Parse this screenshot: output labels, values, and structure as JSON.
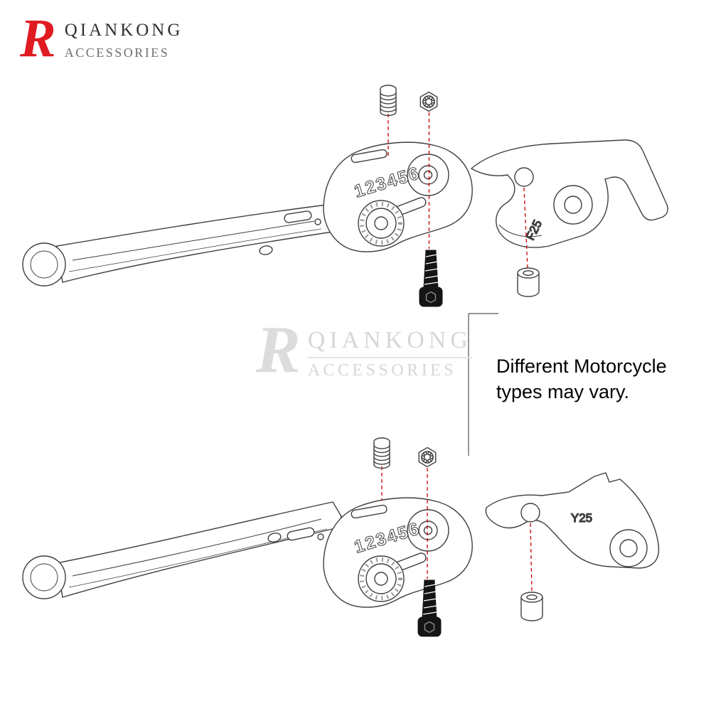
{
  "brand": {
    "logo_letter": "R",
    "name": "QIANKONG",
    "subtitle": "ACCESSORIES"
  },
  "watermark": {
    "logo_letter": "R",
    "name": "QIANKONG",
    "subtitle": "ACCESSORIES"
  },
  "note": {
    "line1": "Different Motorcycle",
    "line2": "types may vary."
  },
  "top_assembly": {
    "lever_engraving": "123456",
    "adapter_label": "F25"
  },
  "bottom_assembly": {
    "lever_engraving": "123456",
    "adapter_label": "Y25"
  },
  "colors": {
    "accent_red": "#e01b22",
    "line": "#3f3f3f",
    "guide_red": "#cc1111",
    "watermark_gray": "#d7d7d7"
  }
}
